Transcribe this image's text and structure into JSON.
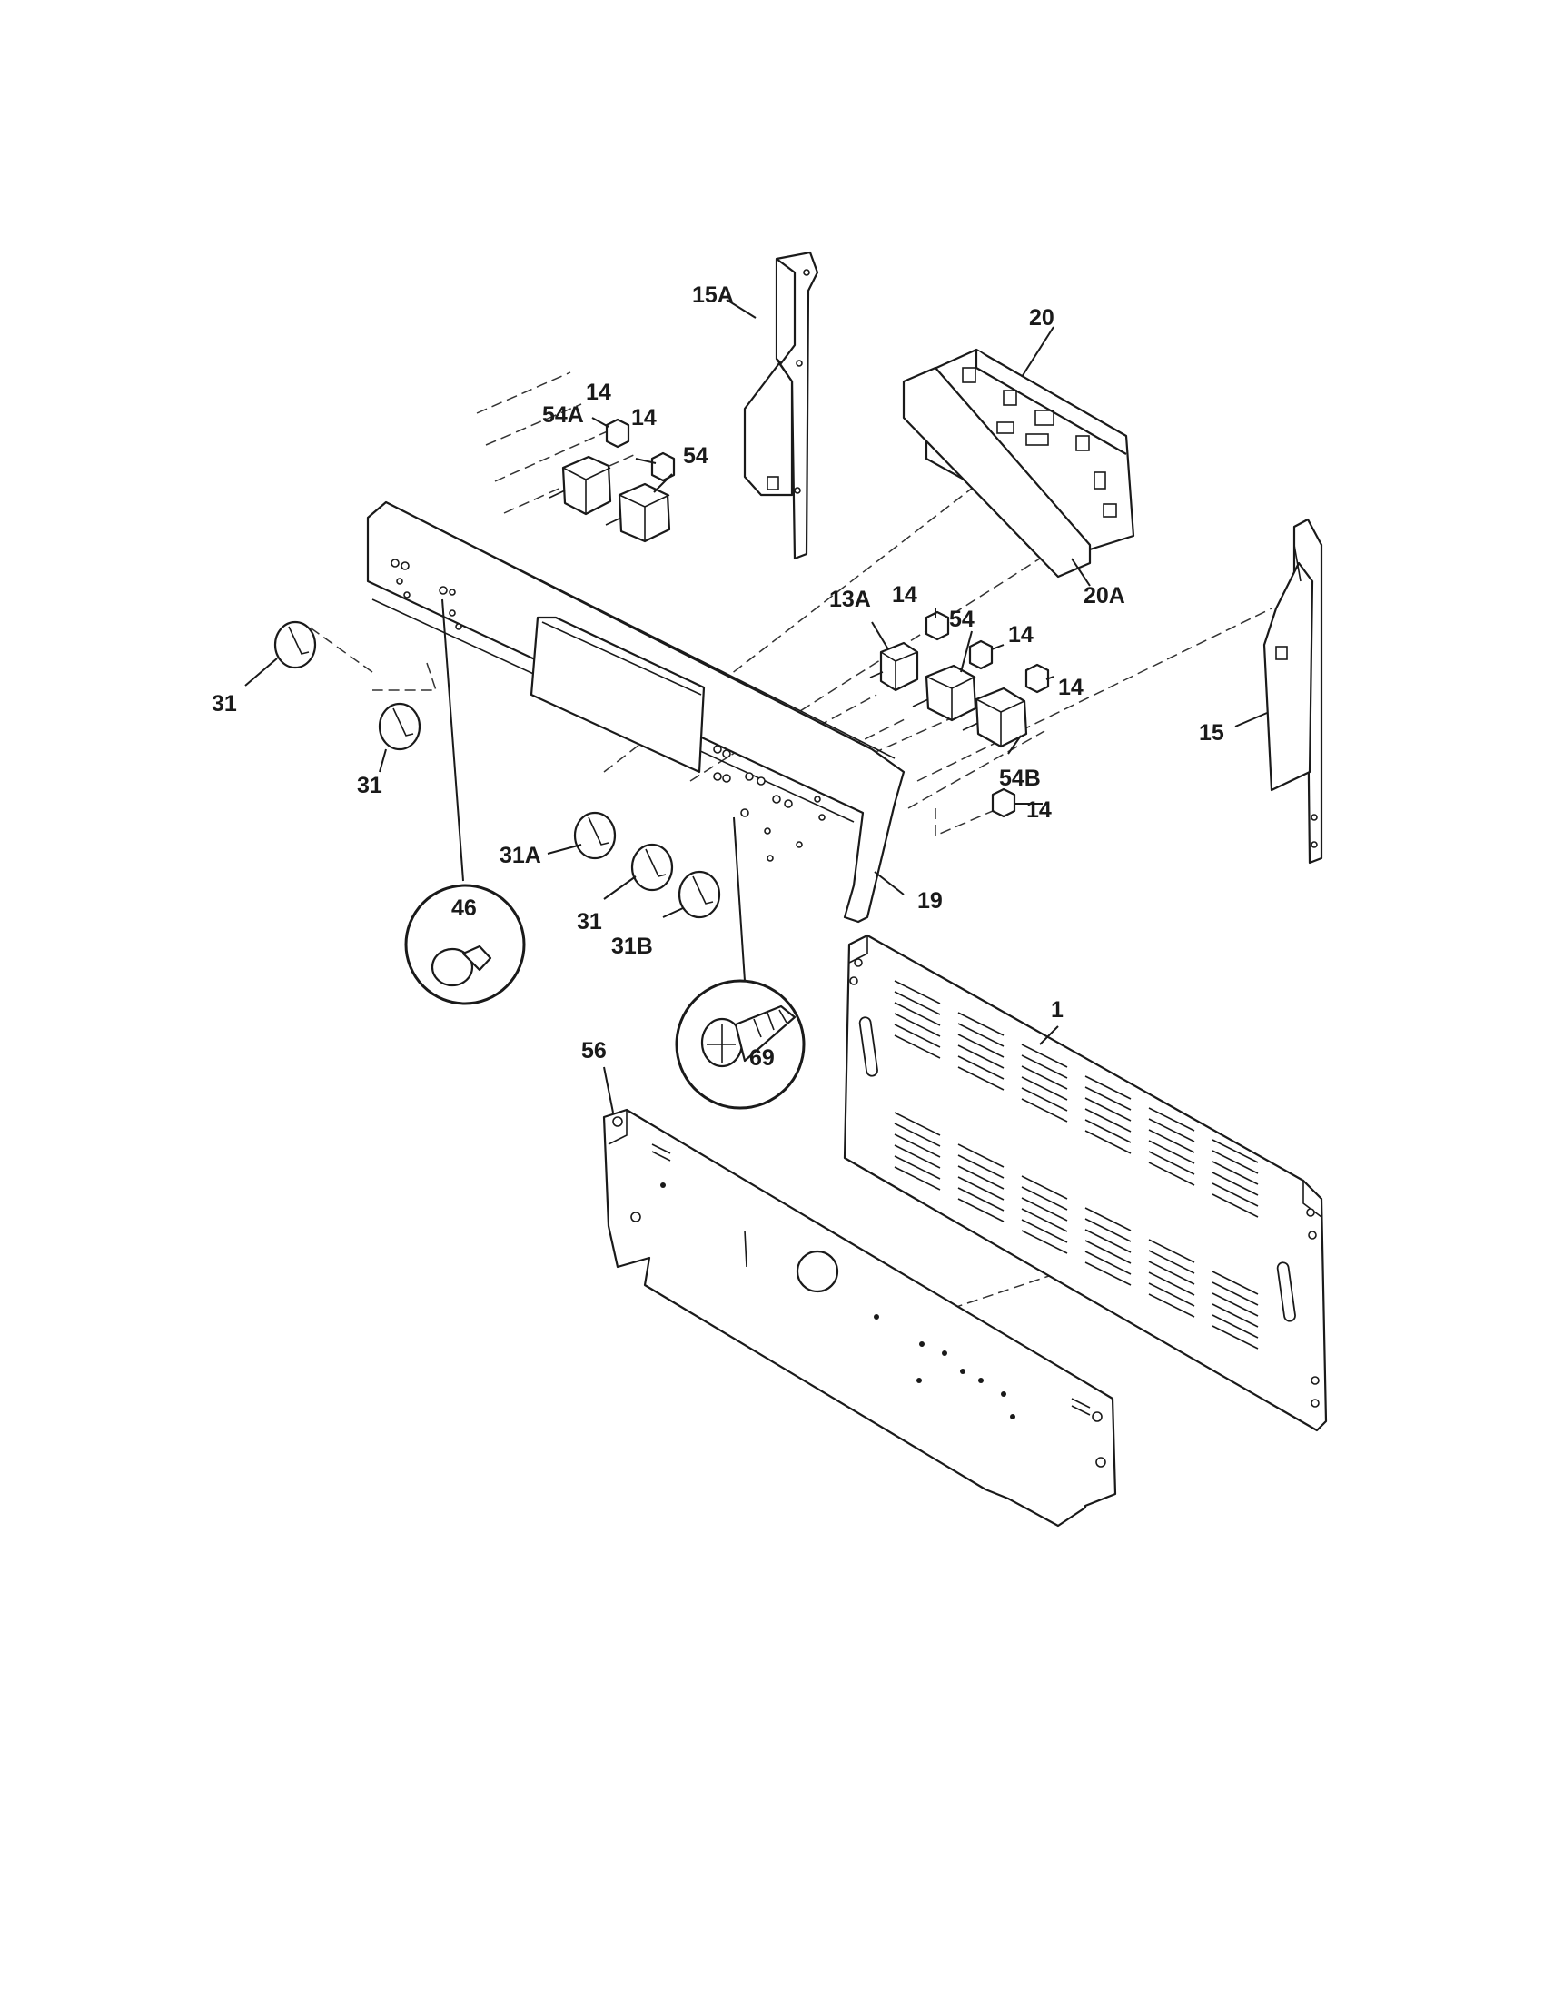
{
  "callouts": {
    "c_1": "1",
    "c_13A": "13A",
    "c_14": "14",
    "c_15": "15",
    "c_15A": "15A",
    "c_19": "19",
    "c_20": "20",
    "c_20A": "20A",
    "c_31": "31",
    "c_31A": "31A",
    "c_31B": "31B",
    "c_46": "46",
    "c_54": "54",
    "c_54A": "54A",
    "c_54B": "54B",
    "c_56": "56",
    "c_69": "69"
  }
}
